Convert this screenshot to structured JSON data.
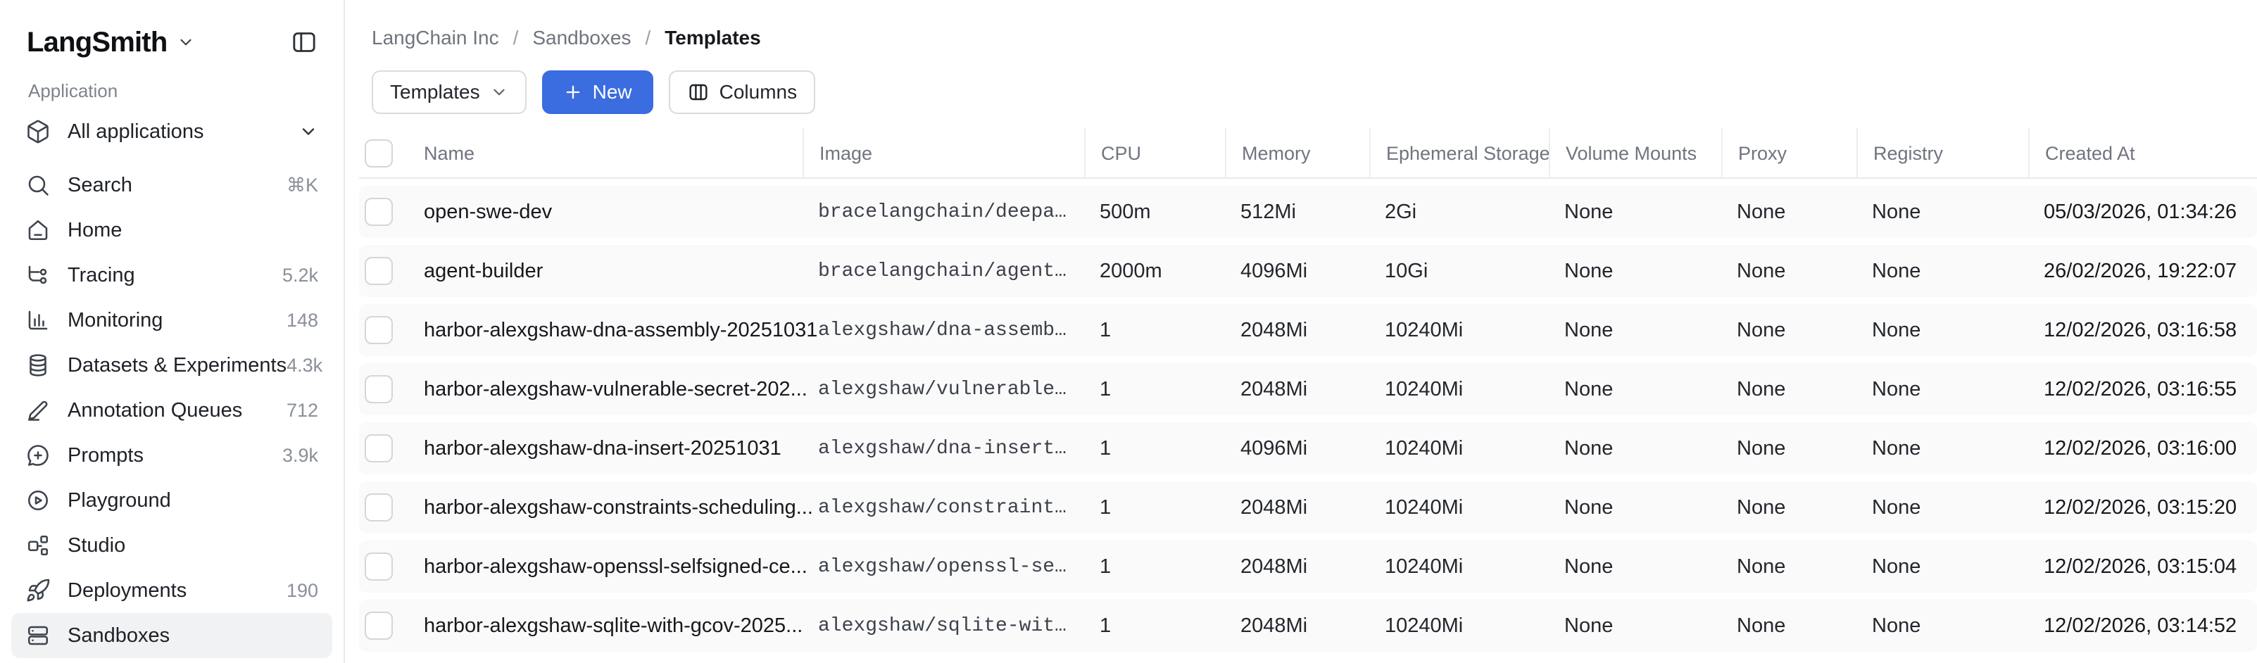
{
  "app": {
    "name": "LangSmith"
  },
  "sidebar": {
    "section_label": "Application",
    "items": [
      {
        "label": "All applications",
        "icon": "box-icon",
        "badge": ""
      },
      {
        "label": "Search",
        "icon": "search-icon",
        "badge": "⌘K"
      },
      {
        "label": "Home",
        "icon": "home-icon",
        "badge": ""
      },
      {
        "label": "Tracing",
        "icon": "tracing-icon",
        "badge": "5.2k"
      },
      {
        "label": "Monitoring",
        "icon": "monitoring-icon",
        "badge": "148"
      },
      {
        "label": "Datasets & Experiments",
        "icon": "database-icon",
        "badge": "4.3k"
      },
      {
        "label": "Annotation Queues",
        "icon": "pen-icon",
        "badge": "712"
      },
      {
        "label": "Prompts",
        "icon": "message-plus-icon",
        "badge": "3.9k"
      },
      {
        "label": "Playground",
        "icon": "play-circle-icon",
        "badge": ""
      },
      {
        "label": "Studio",
        "icon": "workflow-icon",
        "badge": ""
      },
      {
        "label": "Deployments",
        "icon": "rocket-icon",
        "badge": "190"
      },
      {
        "label": "Sandboxes",
        "icon": "server-icon",
        "badge": "",
        "selected": true
      }
    ]
  },
  "breadcrumb": {
    "items": [
      "LangChain Inc",
      "Sandboxes",
      "Templates"
    ],
    "separator": "/"
  },
  "toolbar": {
    "view_selector_label": "Templates",
    "new_label": "New",
    "columns_label": "Columns"
  },
  "table": {
    "columns": [
      "Name",
      "Image",
      "CPU",
      "Memory",
      "Ephemeral Storage",
      "Volume Mounts",
      "Proxy",
      "Registry",
      "Created At"
    ],
    "rows": [
      {
        "name": "open-swe-dev",
        "image": "bracelangchain/deepa…",
        "cpu": "500m",
        "memory": "512Mi",
        "ephemeral_storage": "2Gi",
        "volume_mounts": "None",
        "proxy": "None",
        "registry": "None",
        "created_at": "05/03/2026, 01:34:26"
      },
      {
        "name": "agent-builder",
        "image": "bracelangchain/agent…",
        "cpu": "2000m",
        "memory": "4096Mi",
        "ephemeral_storage": "10Gi",
        "volume_mounts": "None",
        "proxy": "None",
        "registry": "None",
        "created_at": "26/02/2026, 19:22:07"
      },
      {
        "name": "harbor-alexgshaw-dna-assembly-20251031",
        "image": "alexgshaw/dna-assemb…",
        "cpu": "1",
        "memory": "2048Mi",
        "ephemeral_storage": "10240Mi",
        "volume_mounts": "None",
        "proxy": "None",
        "registry": "None",
        "created_at": "12/02/2026, 03:16:58"
      },
      {
        "name": "harbor-alexgshaw-vulnerable-secret-202...",
        "image": "alexgshaw/vulnerable…",
        "cpu": "1",
        "memory": "2048Mi",
        "ephemeral_storage": "10240Mi",
        "volume_mounts": "None",
        "proxy": "None",
        "registry": "None",
        "created_at": "12/02/2026, 03:16:55"
      },
      {
        "name": "harbor-alexgshaw-dna-insert-20251031",
        "image": "alexgshaw/dna-insert…",
        "cpu": "1",
        "memory": "4096Mi",
        "ephemeral_storage": "10240Mi",
        "volume_mounts": "None",
        "proxy": "None",
        "registry": "None",
        "created_at": "12/02/2026, 03:16:00"
      },
      {
        "name": "harbor-alexgshaw-constraints-scheduling...",
        "image": "alexgshaw/constraint…",
        "cpu": "1",
        "memory": "2048Mi",
        "ephemeral_storage": "10240Mi",
        "volume_mounts": "None",
        "proxy": "None",
        "registry": "None",
        "created_at": "12/02/2026, 03:15:20"
      },
      {
        "name": "harbor-alexgshaw-openssl-selfsigned-ce...",
        "image": "alexgshaw/openssl-se…",
        "cpu": "1",
        "memory": "2048Mi",
        "ephemeral_storage": "10240Mi",
        "volume_mounts": "None",
        "proxy": "None",
        "registry": "None",
        "created_at": "12/02/2026, 03:15:04"
      },
      {
        "name": "harbor-alexgshaw-sqlite-with-gcov-2025...",
        "image": "alexgshaw/sqlite-wit…",
        "cpu": "1",
        "memory": "2048Mi",
        "ephemeral_storage": "10240Mi",
        "volume_mounts": "None",
        "proxy": "None",
        "registry": "None",
        "created_at": "12/02/2026, 03:14:52"
      }
    ]
  },
  "colors": {
    "accent_blue": "#3b6ce0",
    "row_background": "#fafafa",
    "selected_nav_background": "#f1f2f4",
    "border": "#e9eaed",
    "muted_text": "#70747f"
  }
}
